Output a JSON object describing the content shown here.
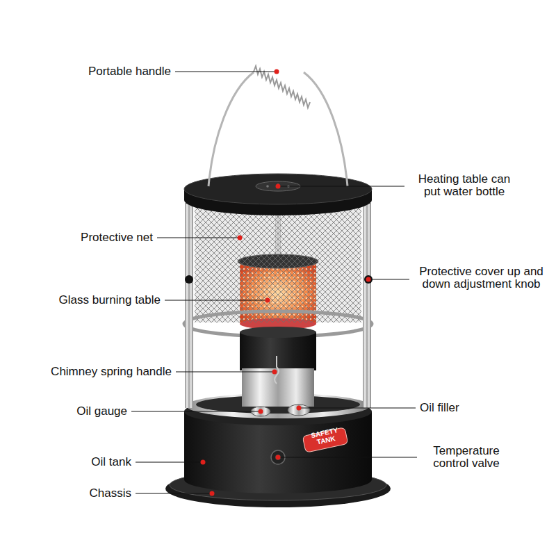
{
  "diagram": {
    "labels": [
      "Portable handle",
      "Heating table can put water bottle",
      "Protective net",
      "Protective cover up and down adjustment knob",
      "Glass burning table",
      "Chimney spring handle",
      "Oil gauge",
      "Oil filler",
      "Oil tank",
      "Temperature control valve",
      "Chassis",
      "SAFETY TANK"
    ]
  }
}
